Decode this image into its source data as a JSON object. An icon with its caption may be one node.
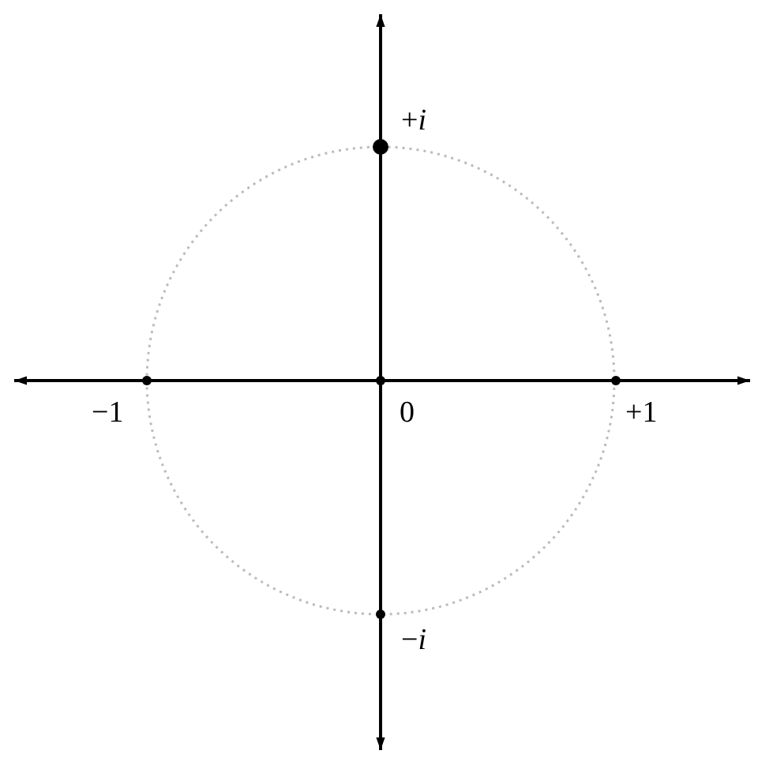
{
  "diagram": {
    "labels": [
      "+*i*",
      "−1",
      "0",
      "+1",
      "−*i*"
    ]
  }
}
